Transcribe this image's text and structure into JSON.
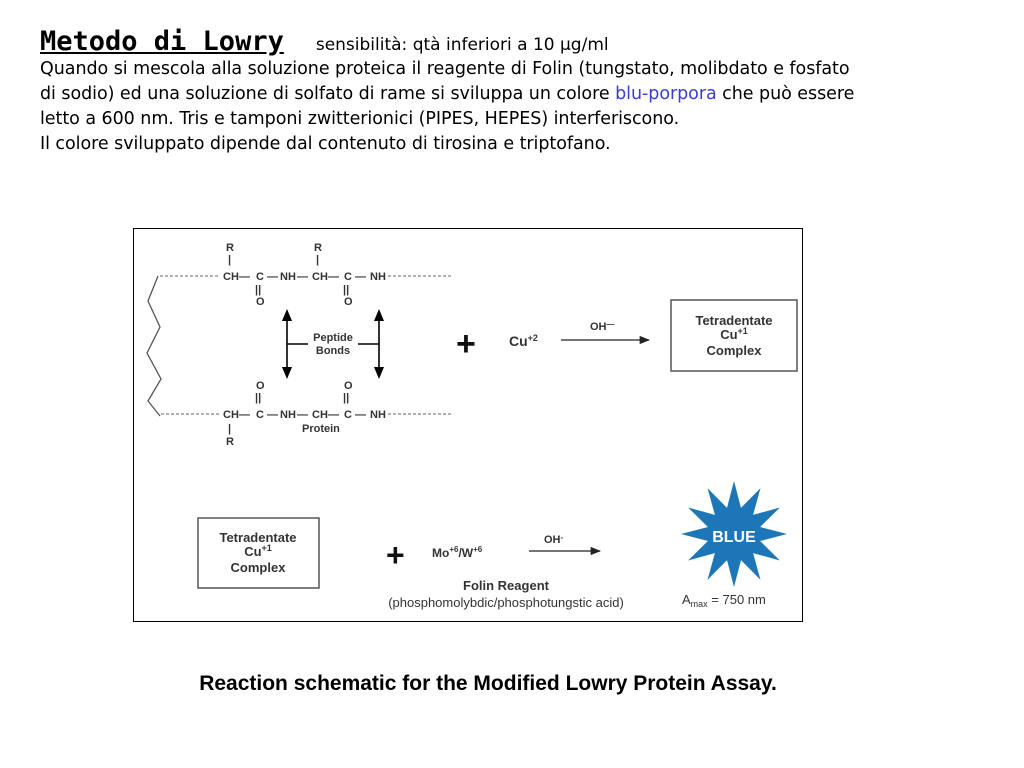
{
  "header": {
    "title": "Metodo di Lowry",
    "sensitivity": "sensibilità: qtà inferiori a 10 μg/ml",
    "line1": "Quando si mescola alla soluzione proteica il reagente di Folin (tungstato, molibdato e fosfato",
    "line2_before": "di sodio) ed una soluzione di solfato di rame si sviluppa un colore ",
    "line2_highlight": "blu-porpora",
    "line2_after": " che può essere",
    "line3": "letto a 600 nm. Tris e tamponi zwitterionici (PIPES, HEPES) interferiscono.",
    "line4": "Il colore sviluppato dipende dal contenuto di tirosina e triptofano.",
    "highlight_color": "#3b3bd6"
  },
  "figure": {
    "r": "R",
    "ch": "CH",
    "c": "C",
    "nh": "NH",
    "o": "O",
    "bar": "|",
    "dbl": "||",
    "dash": "—",
    "peptide_1": "Peptide",
    "peptide_2": "Bonds",
    "protein": "Protein",
    "plus": "+",
    "cu": "Cu",
    "cu_sup": "+2",
    "oh": "OH",
    "oh_sup": "—",
    "tetra_1": "Tetradentate",
    "tetra_2": "Cu",
    "tetra_2_sup": "+1",
    "tetra_3": "Complex",
    "mo": "Mo",
    "mo_sup": "+6",
    "w": "/W",
    "w_sup": "+6",
    "oh2": "OH",
    "oh2_sup": "-",
    "folin_1": "Folin Reagent",
    "folin_2": "(phosphomolybdic/phosphotungstic acid)",
    "blue": "BLUE",
    "amax_a": "A",
    "amax_sub": "max",
    "amax_val": " = 750 nm",
    "blue_color": "#1d76b8"
  },
  "caption": "Reaction schematic for the Modified Lowry Protein Assay."
}
